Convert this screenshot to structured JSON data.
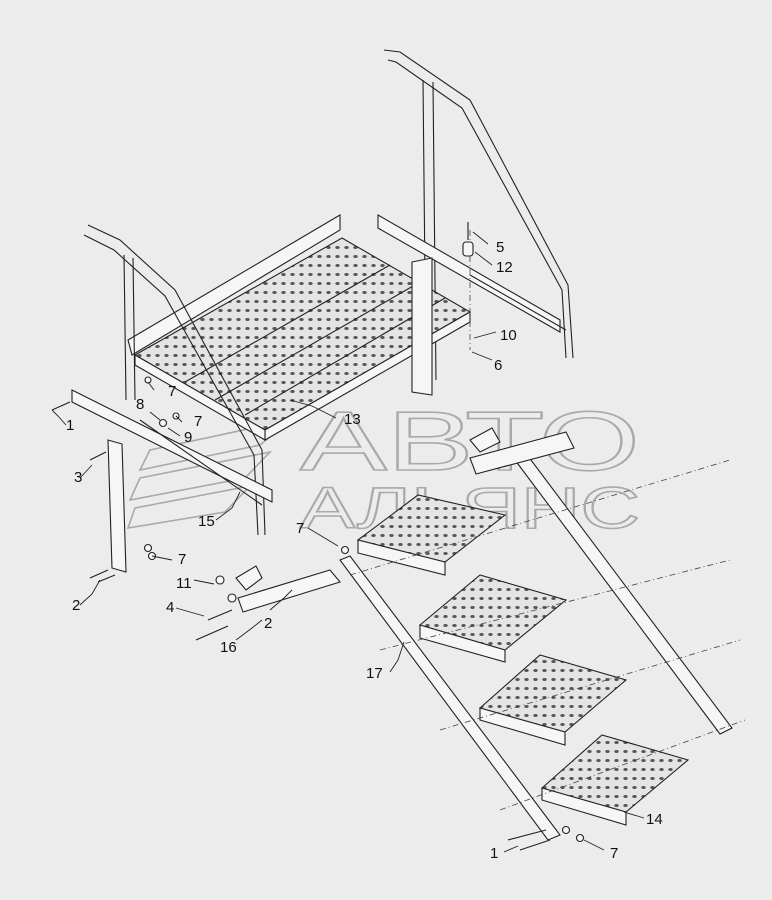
{
  "watermark": {
    "line1": "АВТО",
    "line2": "АЛЬЯНС"
  },
  "callouts": [
    {
      "id": "c1a",
      "text": "1"
    },
    {
      "id": "c1b",
      "text": "1"
    },
    {
      "id": "c2a",
      "text": "2"
    },
    {
      "id": "c2b",
      "text": "2"
    },
    {
      "id": "c3",
      "text": "3"
    },
    {
      "id": "c4",
      "text": "4"
    },
    {
      "id": "c5",
      "text": "5"
    },
    {
      "id": "c6",
      "text": "6"
    },
    {
      "id": "c7a",
      "text": "7"
    },
    {
      "id": "c7b",
      "text": "7"
    },
    {
      "id": "c7c",
      "text": "7"
    },
    {
      "id": "c7d",
      "text": "7"
    },
    {
      "id": "c7e",
      "text": "7"
    },
    {
      "id": "c8",
      "text": "8"
    },
    {
      "id": "c9",
      "text": "9"
    },
    {
      "id": "c10",
      "text": "10"
    },
    {
      "id": "c11",
      "text": "11"
    },
    {
      "id": "c12",
      "text": "12"
    },
    {
      "id": "c13",
      "text": "13"
    },
    {
      "id": "c14",
      "text": "14"
    },
    {
      "id": "c15",
      "text": "15"
    },
    {
      "id": "c16",
      "text": "16"
    },
    {
      "id": "c17",
      "text": "17"
    }
  ]
}
